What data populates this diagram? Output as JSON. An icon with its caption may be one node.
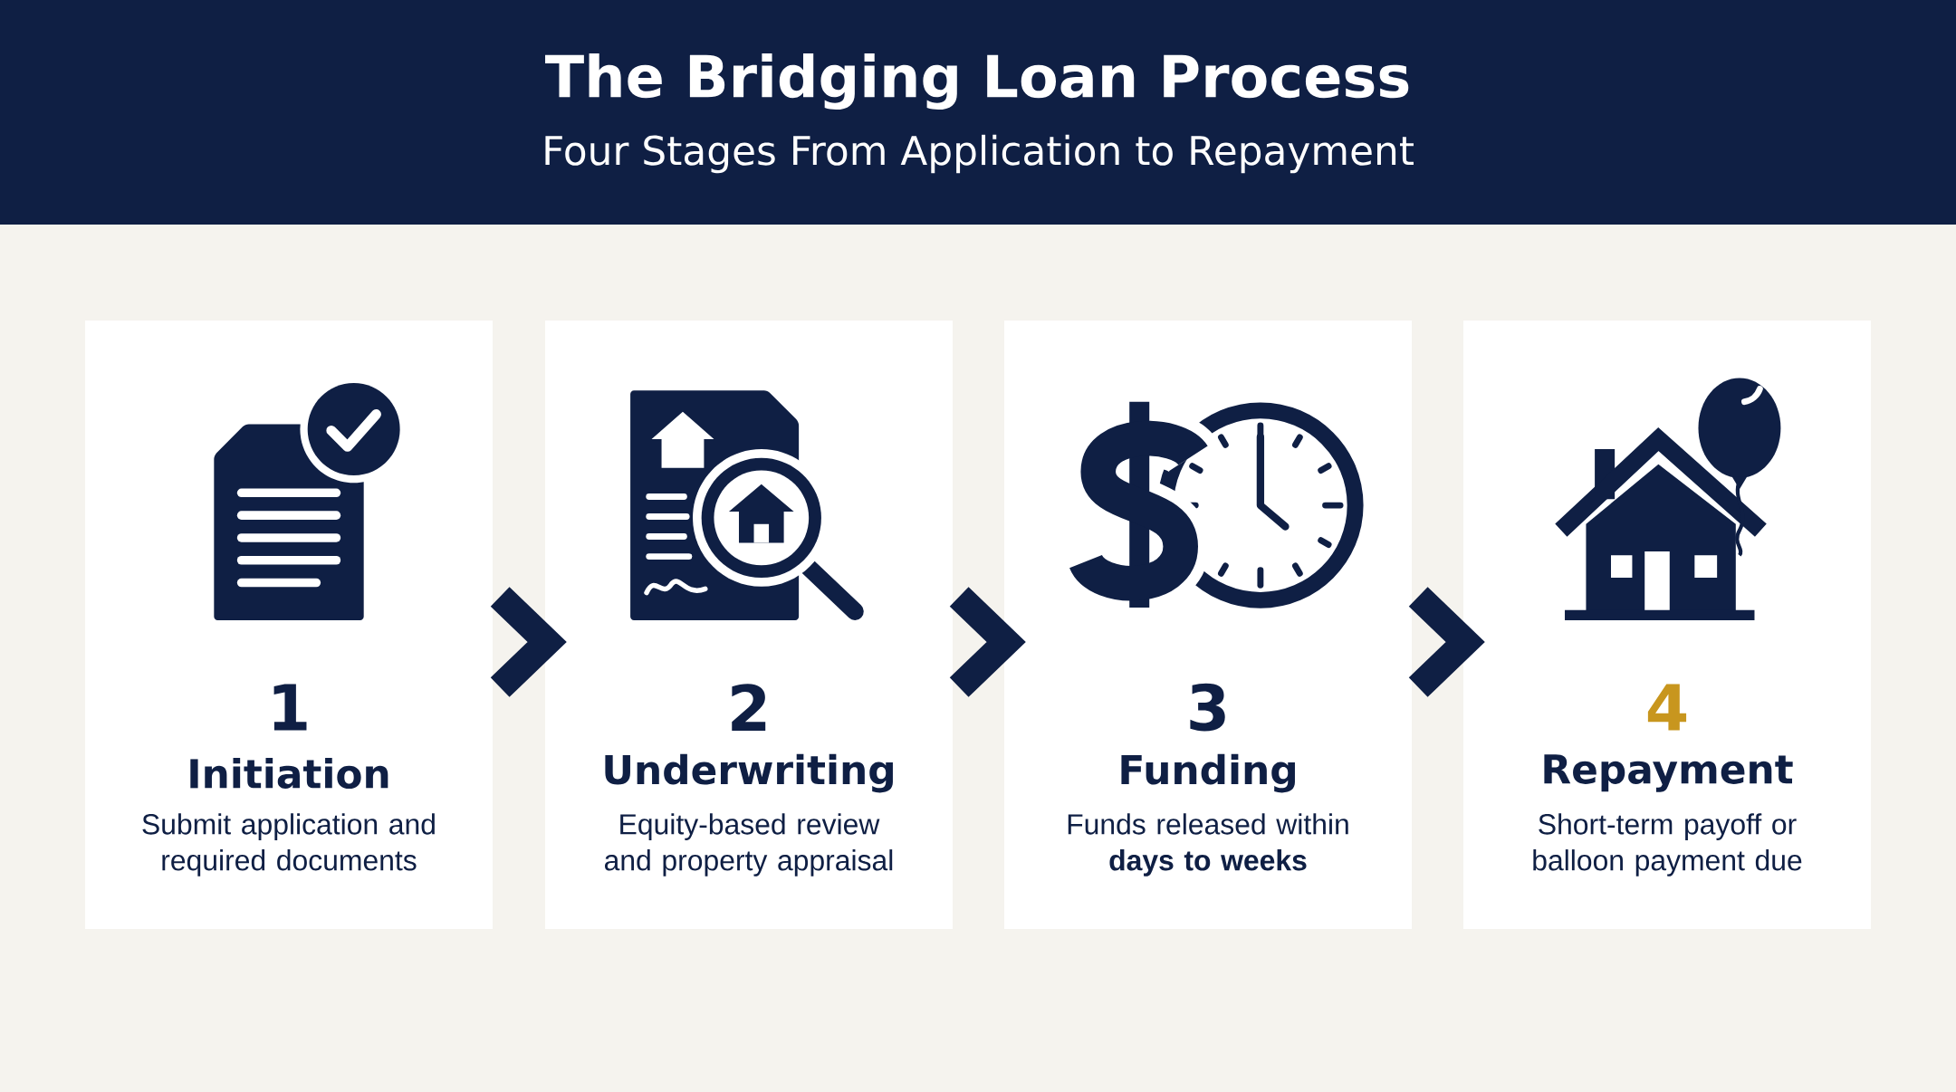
{
  "diagram": {
    "title": "The Bridging Loan Process",
    "nodes": [
      {
        "text": [
          "1",
          "Initiation",
          "Submit application and required documents"
        ]
      },
      {
        "text": [
          "2",
          "Underwriting",
          "Equity-based review and property appraisal"
        ]
      },
      {
        "text": [
          "3",
          "Funding",
          "Funds released within **days to weeks**"
        ]
      },
      {
        "text": [
          "4",
          "Repayment",
          "Short-term payoff or balloon payment due"
        ]
      }
    ],
    "edges": [
      {
        "from": 0,
        "to": 1,
        "arrow": "to"
      },
      {
        "from": 1,
        "to": 2,
        "arrow": "to"
      },
      {
        "from": 2,
        "to": 3,
        "arrow": "to"
      }
    ],
    "labels": [
      "Four Stages From Application to Repayment"
    ]
  }
}
